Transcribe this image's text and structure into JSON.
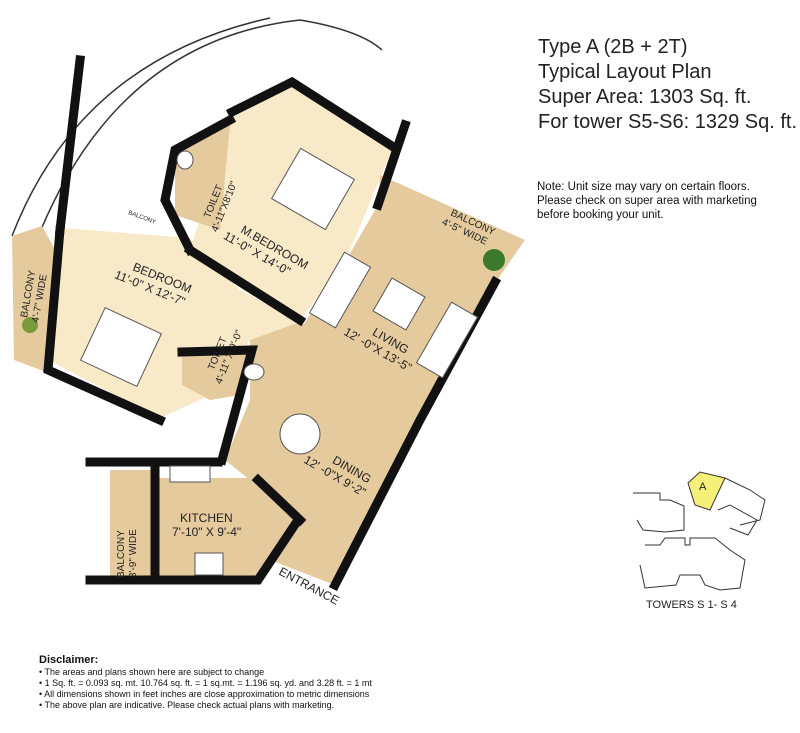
{
  "header": {
    "lines": [
      "Type A (2B + 2T)",
      "Typical Layout Plan",
      "Super Area: 1303 Sq. ft.",
      "For tower S5-S6: 1329 Sq. ft."
    ]
  },
  "note": [
    "Note: Unit size may vary on certain floors.",
    "Please check on super area with marketing",
    "before booking your unit."
  ],
  "rooms": {
    "m_bedroom": {
      "name": "M.BEDROOM",
      "size": "11'-0\" X 14'-0\""
    },
    "bedroom": {
      "name": "BEDROOM",
      "size": "11'-0\" X 12'-7\""
    },
    "toilet1": {
      "name": "TOILET",
      "size": "4'-11\"X8'10\""
    },
    "toilet2": {
      "name": "TOILET",
      "size": "4'-11\" X 9'-0\""
    },
    "living": {
      "name": "LIVING",
      "size": "12' -0\"X 13'-5\""
    },
    "dining": {
      "name": "DINING",
      "size": "12' -0\"X 9'-2\""
    },
    "kitchen": {
      "name": "KITCHEN",
      "size": "7'-10\" X 9'-4\""
    },
    "balcony_right": {
      "name": "BALCONY",
      "size": "4'-5\" WIDE"
    },
    "balcony_left": {
      "name": "BALCONY",
      "size": "4'-7\" WIDE"
    },
    "balcony_kitchen": {
      "name": "BALCONY",
      "size": "3'-9\" WIDE"
    },
    "balcony_small": {
      "name": "BALCONY"
    },
    "entrance": "ENTRANCE"
  },
  "key_plan": {
    "unit_label": "A",
    "caption": "TOWERS S 1- S 4",
    "highlight_color": "#f5f07a"
  },
  "disclaimer": {
    "title": "Disclaimer:",
    "items": [
      "The areas and plans shown here are subject to change",
      "1 Sq. ft. = 0.093 sq. mt. 10.764 sq. ft. = 1 sq.mt. = 1.196 sq. yd. and 3.28 ft. = 1 mt",
      "All dimensions shown in feet inches are close approximation to metric dimensions",
      "The above plan are indicative. Please check actual plans with marketing."
    ]
  },
  "colors": {
    "light_floor": "#f8eac8",
    "tan_floor": "#e4ca9c",
    "wall": "#111111"
  }
}
